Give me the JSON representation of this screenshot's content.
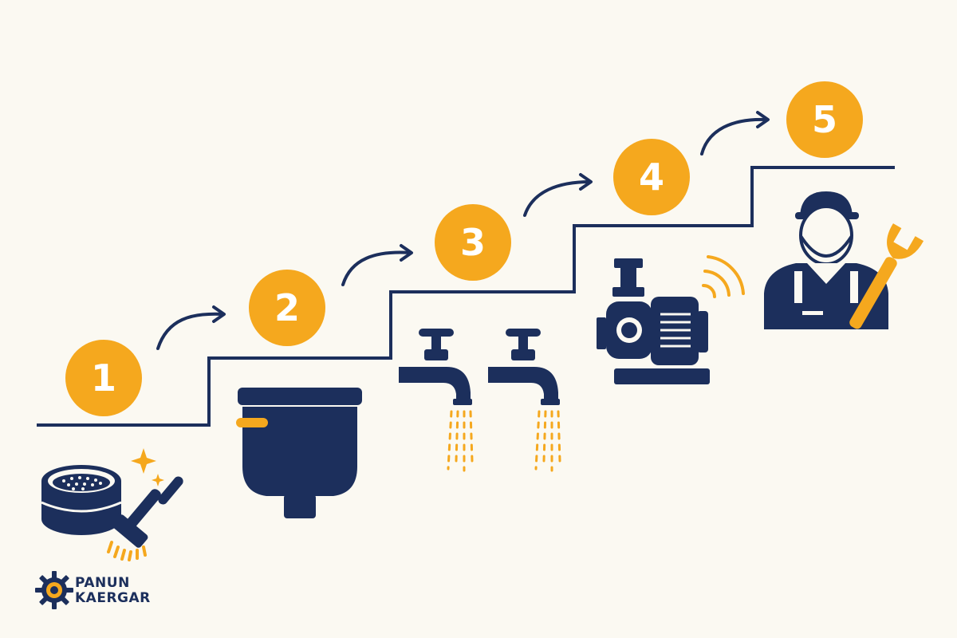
{
  "colors": {
    "navy": "#1c2f5c",
    "orange": "#f5a81e",
    "background": "#fbf9f2",
    "white": "#ffffff"
  },
  "steps": [
    {
      "number": "1",
      "icon": "filter-cleaning-brush-icon"
    },
    {
      "number": "2",
      "icon": "toilet-tank-icon"
    },
    {
      "number": "3",
      "icon": "dripping-faucets-icon"
    },
    {
      "number": "4",
      "icon": "water-pump-icon"
    },
    {
      "number": "5",
      "icon": "plumber-technician-icon"
    }
  ],
  "logo": {
    "line1": "PANUN",
    "line2": "KAERGAR",
    "icon": "gear-logo-icon"
  }
}
